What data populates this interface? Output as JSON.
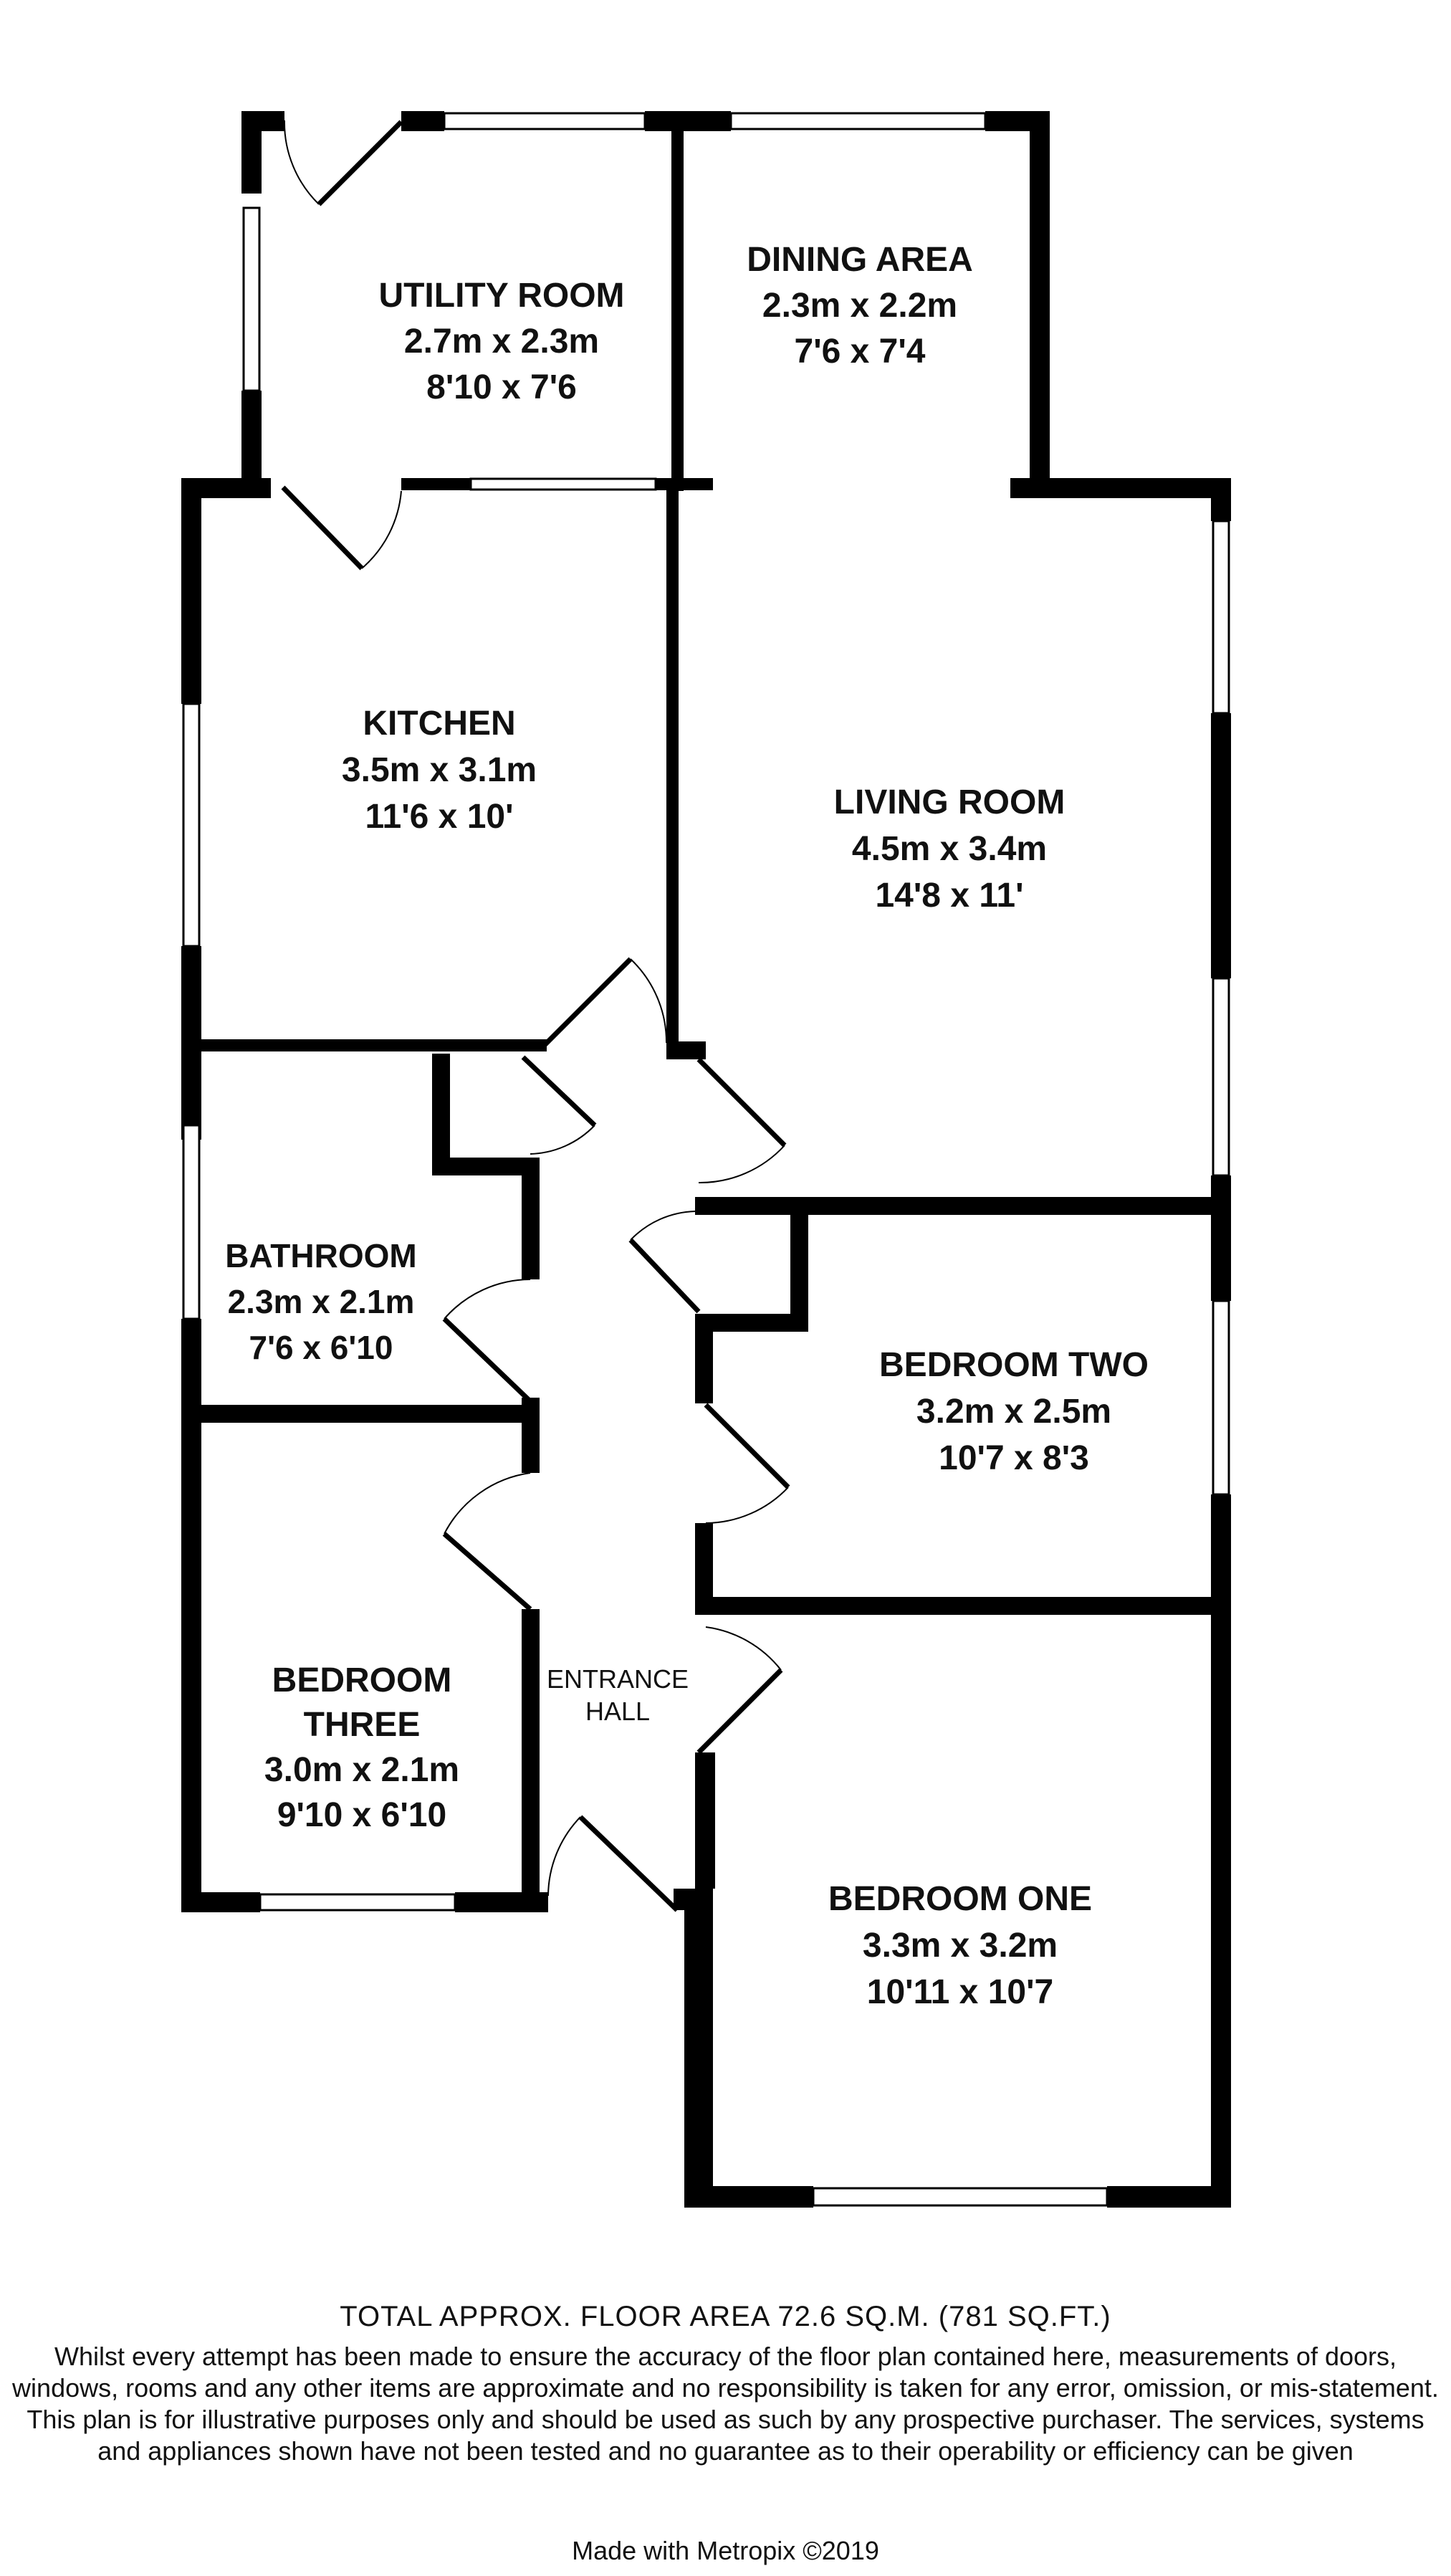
{
  "colors": {
    "wall": "#000000",
    "window": "#ffffff",
    "door": "#000000",
    "text": "#111111"
  },
  "rooms": {
    "utility": {
      "name": "UTILITY ROOM",
      "metric": "2.7m x 2.3m",
      "imperial": "8'10 x 7'6"
    },
    "dining": {
      "name": "DINING AREA",
      "metric": "2.3m x 2.2m",
      "imperial": "7'6 x 7'4"
    },
    "kitchen": {
      "name": "KITCHEN",
      "metric": "3.5m x 3.1m",
      "imperial": "11'6 x 10'"
    },
    "living": {
      "name": "LIVING ROOM",
      "metric": "4.5m x 3.4m",
      "imperial": "14'8 x 11'"
    },
    "bathroom": {
      "name": "BATHROOM",
      "metric": "2.3m x 2.1m",
      "imperial": "7'6 x 6'10"
    },
    "bedroom_two": {
      "name": "BEDROOM TWO",
      "metric": "3.2m x 2.5m",
      "imperial": "10'7 x 8'3"
    },
    "bedroom_three": {
      "name_line1": "BEDROOM",
      "name_line2": "THREE",
      "metric": "3.0m x 2.1m",
      "imperial": "9'10 x 6'10"
    },
    "entrance_hall": {
      "line1": "ENTRANCE",
      "line2": "HALL"
    },
    "bedroom_one": {
      "name": "BEDROOM ONE",
      "metric": "3.3m x 3.2m",
      "imperial": "10'11 x 10'7"
    }
  },
  "footer": {
    "total": "TOTAL APPROX. FLOOR AREA 72.6 SQ.M. (781 SQ.FT.)",
    "disclaimer": "Whilst every attempt has been made to ensure the accuracy of the floor plan contained here, measurements of doors, windows, rooms and any other items are approximate and no responsibility is taken for any error, omission, or mis-statement. This plan is for illustrative purposes only and should be used as such by any prospective purchaser. The services, systems and appliances shown have not been tested and no guarantee as to their operability or efficiency can be given",
    "credit": "Made with Metropix ©2019"
  }
}
